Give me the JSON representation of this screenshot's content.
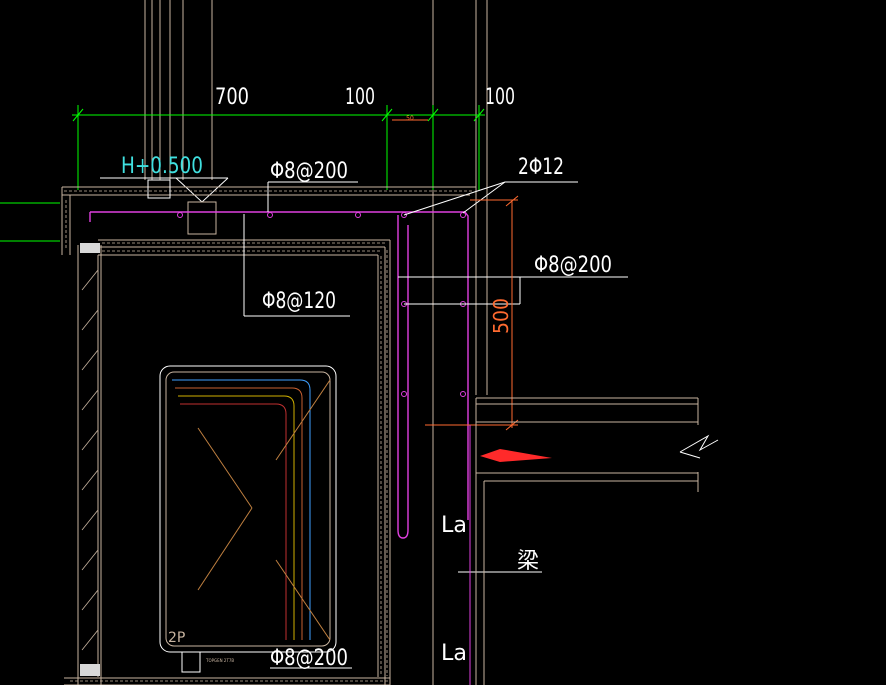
{
  "dimensions": {
    "dim_700": "700",
    "dim_100_left": "100",
    "dim_100_right": "100",
    "dim_500": "500",
    "dim_small": "50"
  },
  "labels": {
    "elevation": "H+0.500",
    "rebar_top": "Φ8@200",
    "rebar_2phi12": "2Φ12",
    "rebar_side": "Φ8@200",
    "rebar_120": "Φ8@120",
    "rebar_bottom": "Φ8@200",
    "la_upper": "La",
    "la_lower": "La",
    "beam": "梁",
    "pipe_tag": "2P",
    "small_tag": "TOPGEN 2T7B"
  },
  "colors": {
    "background": "#000000",
    "dimension": "#00ff00",
    "rebar": "#e040e0",
    "outline": "#c8b4a0",
    "text": "#ffffff",
    "elevation_text": "#40e0e0",
    "dim_orange": "#ff6a30",
    "arrow": "#ff2a2a"
  }
}
